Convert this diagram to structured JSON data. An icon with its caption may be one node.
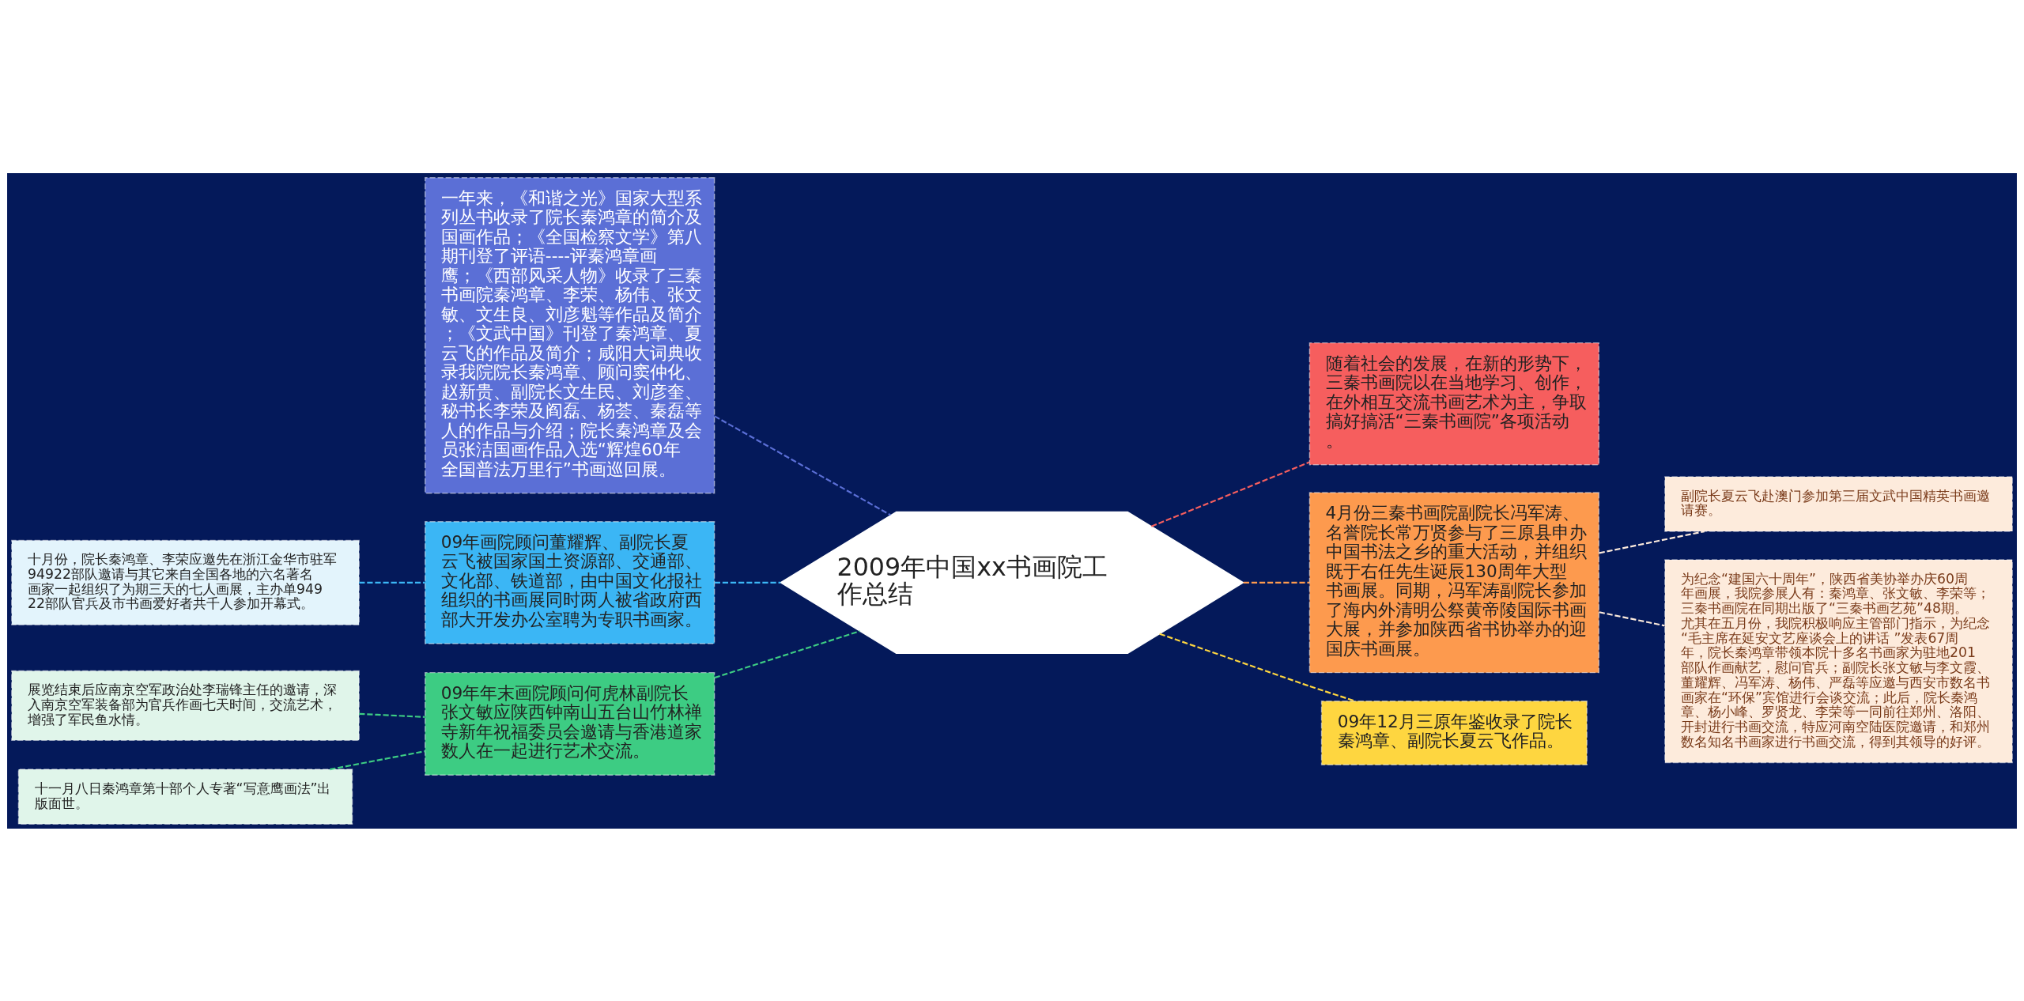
{
  "diagram": {
    "nodes": [
      {
        "text": [
          "2009年中国xx书画院工作总结"
        ]
      },
      {
        "text": [
          "一年来，《和谐之光》国家大型系列丛书收录了院长秦鸿章的简介及国画作品；《全国检察文学》第八期刊登了评语----评秦鸿章画鹰；《西部风采人物》收录了三秦书画院秦鸿章、李荣、杨伟、张文敏、文生良、刘彦魁等作品及简介；《文武中国》刊登了秦鸿章、夏云飞的作品及简介；咸阳大词典收录我院院长秦鸿章、顾问窦仲化、赵新贵、副院长文生民、刘彦奎、秘书长李荣及阎磊、杨荟、秦磊等人的作品与介绍；院长秦鸿章及会员张洁国画作品入选“辉煌60年全国普法万里行”书画巡回展。"
        ]
      },
      {
        "text": [
          "09年画院顾问董耀辉、副院长夏云飞被国家国土资源部、交通部、文化部、铁道部，由中国文化报社组织的书画展同时两人被省政府西部大开发办公室聘为专职书画家。"
        ]
      },
      {
        "text": [
          "十月份，院长秦鸿章、李荣应邀先在浙江金华市驻军94922部队邀请与其它来自全国各地的六名著名画家一起组织了为期三天的七人画展，主办单94922部队官兵及市书画爱好者共千人参加开幕式。"
        ]
      },
      {
        "text": [
          "09年年末画院顾问何虎林副院长张文敏应陕西钟南山五台山竹林禅寺新年祝福委员会邀请与香港道家数人在一起进行艺术交流。"
        ]
      },
      {
        "text": [
          "展览结束后应南京空军政治处李瑞锋主任的邀请，深入南京空军装备部为官兵作画七天时间，交流艺术，增强了军民鱼水情。"
        ]
      },
      {
        "text": [
          "十一月八日秦鸿章第十部个人专著“写意鹰画法”出版面世。"
        ]
      },
      {
        "text": [
          "随着社会的发展，在新的形势下，三秦书画院以在当地学习、创作，在外相互交流书画艺术为主，争取搞好搞活“三秦书画院”各项活动。"
        ]
      },
      {
        "text": [
          "4月份三秦书画院副院长冯军涛、名誉院长常万贤参与了三原县申办中国书法之乡的重大活动，并组织既于右任先生诞辰130周年大型书画展。同期，冯军涛副院长参加了海内外清明公祭黄帝陵国际书画大展，并参加陕西省书协举办的迎国庆书画展。"
        ]
      },
      {
        "text": [
          "副院长夏云飞赴澳门参加第三届文武中国精英书画邀请赛。"
        ]
      },
      {
        "text": [
          "为纪念“建国六十周年”，陕西省美协举办庆60周年画展，我院参展人有：秦鸿章、张文敏、李荣等；三秦书画院在同期出版了“三秦书画艺苑”48期。尤其在五月份，我院积极响应主管部门指示，为纪念“毛主席在延安文艺座谈会上的讲话 ”发表67周年，院长秦鸿章带领本院十多名书画家为驻地201部队作画献艺，慰问官兵；副院长张文敏与李文霞、董耀辉、冯军涛、杨伟、严磊等应邀与西安市数名书画家在“环保”宾馆进行会谈交流；此后，院长秦鸿章、杨小峰、罗贤龙、李荣等一同前往郑州、洛阳、开封进行书画交流，特应河南空陆医院邀请，和郑州数名知名书画家进行书画交流，得到其领导的好评。"
        ]
      },
      {
        "text": [
          "09年12月三原年鉴收录了院长秦鸿章、副院长夏云飞作品。"
        ]
      }
    ],
    "edges": [
      {
        "from": 0,
        "to": 1,
        "arrow": "none",
        "style": "dashed",
        "color": "#5b6fd6"
      },
      {
        "from": 0,
        "to": 2,
        "arrow": "none",
        "style": "dashed",
        "color": "#3bb6f5"
      },
      {
        "from": 2,
        "to": 3,
        "arrow": "none",
        "style": "dashed",
        "color": "#3bb6f5"
      },
      {
        "from": 0,
        "to": 4,
        "arrow": "none",
        "style": "dashed",
        "color": "#3dcc83"
      },
      {
        "from": 4,
        "to": 5,
        "arrow": "none",
        "style": "dashed",
        "color": "#3dcc83"
      },
      {
        "from": 4,
        "to": 6,
        "arrow": "none",
        "style": "dashed",
        "color": "#3dcc83"
      },
      {
        "from": 0,
        "to": 7,
        "arrow": "none",
        "style": "dashed",
        "color": "#f65e5e"
      },
      {
        "from": 0,
        "to": 8,
        "arrow": "none",
        "style": "dashed",
        "color": "#fd9a4e"
      },
      {
        "from": 8,
        "to": 9,
        "arrow": "none",
        "style": "dashed",
        "color": "#fdebdc"
      },
      {
        "from": 8,
        "to": 10,
        "arrow": "none",
        "style": "dashed",
        "color": "#fdebdc"
      },
      {
        "from": 0,
        "to": 11,
        "arrow": "none",
        "style": "dashed",
        "color": "#fed640"
      }
    ]
  }
}
